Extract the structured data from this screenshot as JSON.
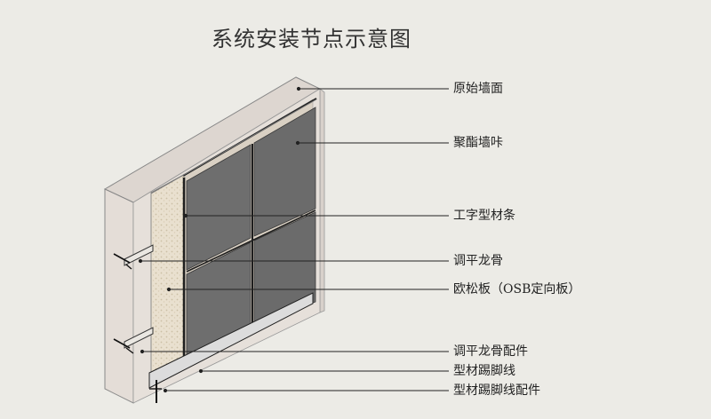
{
  "title": "系统安装节点示意图",
  "labels": [
    "原始墙面",
    "聚酯墙咔",
    "工字型材条",
    "调平龙骨",
    "欧松板（OSB定向板）",
    "调平龙骨配件",
    "型材踢脚线",
    "型材踢脚线配件"
  ],
  "colors": {
    "background": "#ecebe6",
    "wall_front": "#e2dcd6",
    "wall_top": "#dcd5cf",
    "panel": "#6e6e6e",
    "line": "#222222"
  }
}
